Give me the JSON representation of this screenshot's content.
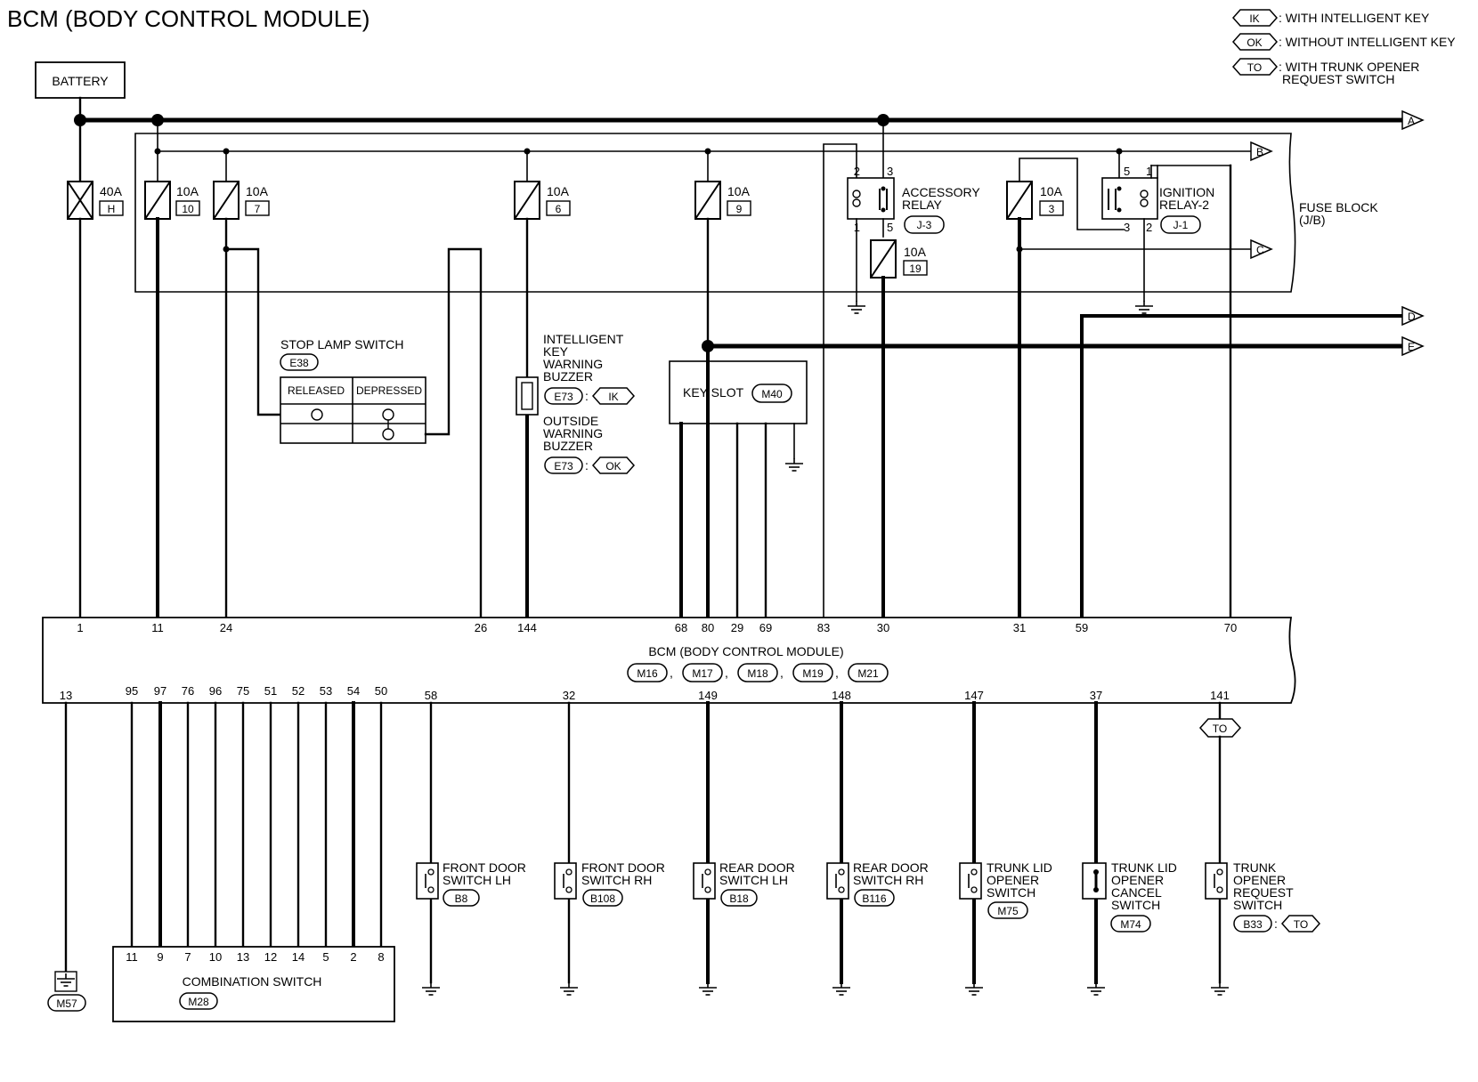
{
  "title": "BCM (BODY CONTROL MODULE)",
  "legend": [
    {
      "code": "IK",
      "text": ": WITH INTELLIGENT KEY"
    },
    {
      "code": "OK",
      "text": ": WITHOUT INTELLIGENT KEY"
    },
    {
      "code": "TO",
      "text": ": WITH TRUNK OPENER",
      "text2": "REQUEST SWITCH"
    }
  ],
  "battery": "BATTERY",
  "connectors": {
    "A": "A",
    "B": "B",
    "C": "C",
    "D": "D",
    "E": "E"
  },
  "fuse_block": {
    "label": "FUSE BLOCK",
    "sub": "(J/B)"
  },
  "fuses": [
    {
      "rating": "40A",
      "id": "H"
    },
    {
      "rating": "10A",
      "id": "10"
    },
    {
      "rating": "10A",
      "id": "7"
    },
    {
      "rating": "10A",
      "id": "6"
    },
    {
      "rating": "10A",
      "id": "9"
    },
    {
      "rating": "10A",
      "id": "19"
    },
    {
      "rating": "10A",
      "id": "3"
    }
  ],
  "accessory_relay": {
    "line1": "ACCESSORY",
    "line2": "RELAY",
    "code": "J-3",
    "pins": [
      "2",
      "3",
      "1",
      "5"
    ]
  },
  "ignition_relay": {
    "line1": "IGNITION",
    "line2": "RELAY-2",
    "code": "J-1",
    "pins": [
      "5",
      "1",
      "3",
      "2"
    ]
  },
  "stop_lamp": {
    "label": "STOP LAMP SWITCH",
    "code": "E38",
    "col1": "RELEASED",
    "col2": "DEPRESSED"
  },
  "buzzer": {
    "l1": "INTELLIGENT",
    "l2": "KEY",
    "l3": "WARNING",
    "l4": "BUZZER",
    "code": "E73",
    "sep": ":",
    "tag": "IK",
    "o1": "OUTSIDE",
    "o2": "WARNING",
    "o3": "BUZZER",
    "code2": "E73",
    "sep2": ":",
    "tag2": "OK"
  },
  "key_slot": {
    "label": "KEY SLOT",
    "code": "M40"
  },
  "bcm": {
    "label": "BCM (BODY CONTROL MODULE)",
    "codes": [
      "M16",
      "M17",
      "M18",
      "M19",
      "M21"
    ],
    "sep": ",",
    "top_pins": [
      "1",
      "11",
      "24",
      "26",
      "144",
      "68",
      "80",
      "29",
      "69",
      "83",
      "30",
      "31",
      "59",
      "70"
    ],
    "bottom_pins": [
      "13",
      "95",
      "97",
      "76",
      "96",
      "75",
      "51",
      "52",
      "53",
      "54",
      "50",
      "58",
      "32",
      "149",
      "148",
      "147",
      "37",
      "141"
    ]
  },
  "to_tag": "TO",
  "combination_switch": {
    "label": "COMBINATION SWITCH",
    "code": "M28",
    "pins": [
      "11",
      "9",
      "7",
      "10",
      "13",
      "12",
      "14",
      "5",
      "2",
      "8"
    ]
  },
  "ground_code": "M57",
  "switches": [
    {
      "l1": "FRONT DOOR",
      "l2": "SWITCH LH",
      "code": "B8"
    },
    {
      "l1": "FRONT DOOR",
      "l2": "SWITCH RH",
      "code": "B108"
    },
    {
      "l1": "REAR DOOR",
      "l2": "SWITCH LH",
      "code": "B18"
    },
    {
      "l1": "REAR DOOR",
      "l2": "SWITCH RH",
      "code": "B116"
    },
    {
      "l1": "TRUNK LID",
      "l2": "OPENER",
      "l3": "SWITCH",
      "code": "M75"
    },
    {
      "l1": "TRUNK LID",
      "l2": "OPENER",
      "l3": "CANCEL",
      "l4": "SWITCH",
      "code": "M74"
    },
    {
      "l1": "TRUNK",
      "l2": "OPENER",
      "l3": "REQUEST",
      "l4": "SWITCH",
      "code": "B33",
      "sep": ":",
      "tag": "TO"
    }
  ]
}
